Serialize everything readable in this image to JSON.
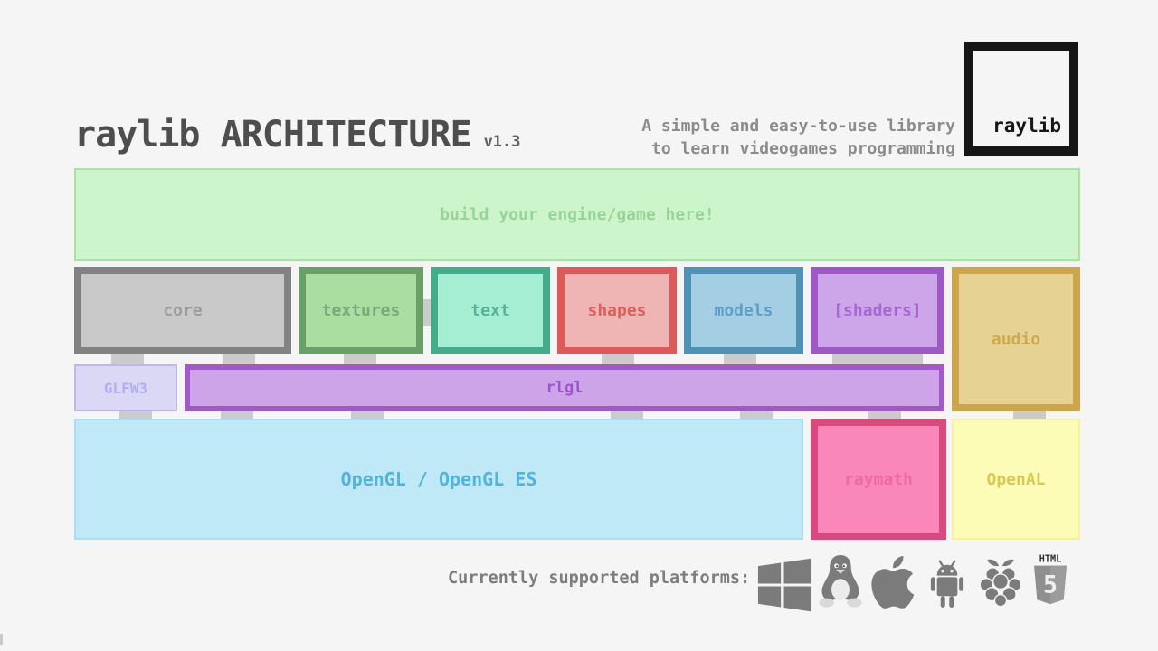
{
  "header": {
    "title": "raylib ARCHITECTURE",
    "version": "v1.3",
    "tagline_line1": "A simple and easy-to-use library",
    "tagline_line2": "to learn videogames programming",
    "logo_text": "raylib",
    "title_color": "#4e4e4e",
    "tagline_color": "#8c8c8c",
    "logo_color": "#161616"
  },
  "diagram": {
    "engine_box": {
      "label": "build your engine/game here!",
      "fill": "#cdf5cb",
      "border": "#a7e3a3",
      "text_color": "#99d399"
    },
    "modules": [
      {
        "id": "core",
        "label": "core",
        "fill": "#c9c9c9",
        "border": "#828282",
        "text_color": "#9c9c9c"
      },
      {
        "id": "textures",
        "label": "textures",
        "fill": "#a9dea0",
        "border": "#68a068",
        "text_color": "#7aaa79"
      },
      {
        "id": "text",
        "label": "text",
        "fill": "#a5edd3",
        "border": "#43ad8b",
        "text_color": "#56b496"
      },
      {
        "id": "shapes",
        "label": "shapes",
        "fill": "#efb5b4",
        "border": "#dd5a58",
        "text_color": "#e05f5d"
      },
      {
        "id": "models",
        "label": "models",
        "fill": "#a4cee4",
        "border": "#4e92b5",
        "text_color": "#5ea0c5"
      },
      {
        "id": "shaders",
        "label": "[shaders]",
        "fill": "#cda5e9",
        "border": "#9d5ac5",
        "text_color": "#a768d4"
      },
      {
        "id": "audio",
        "label": "audio",
        "fill": "#e6d292",
        "border": "#cda54b",
        "text_color": "#cfa94e"
      }
    ],
    "glfw3": {
      "label": "GLFW3",
      "fill": "#dad8f5",
      "border": "#bcb8ec",
      "text_color": "#b2aef0"
    },
    "rlgl": {
      "label": "rlgl",
      "fill": "#cda4e8",
      "border": "#a159c9",
      "text_color": "#9a55cb"
    },
    "opengl": {
      "label": "OpenGL / OpenGL ES",
      "fill": "#c0e9f8",
      "border": "#aadef4",
      "text_color": "#4fb6d8"
    },
    "raymath": {
      "label": "raymath",
      "fill": "#f987ba",
      "border": "#d9497b",
      "text_color": "#ee68a2"
    },
    "openal": {
      "label": "OpenAL",
      "fill": "#fcfcb6",
      "border": "#f2f2a0",
      "text_color": "#d9c94e"
    },
    "connector_color": "#cbcbcb"
  },
  "platforms": {
    "label": "Currently supported platforms:",
    "label_color": "#7d7d7d",
    "icon_color": "#7b7b7b",
    "icons": [
      "windows",
      "linux",
      "apple",
      "android",
      "raspberry-pi",
      "html5"
    ],
    "html5_badge_text": "HTML",
    "html5_number": "5"
  },
  "page": {
    "background": "#f5f5f5"
  }
}
